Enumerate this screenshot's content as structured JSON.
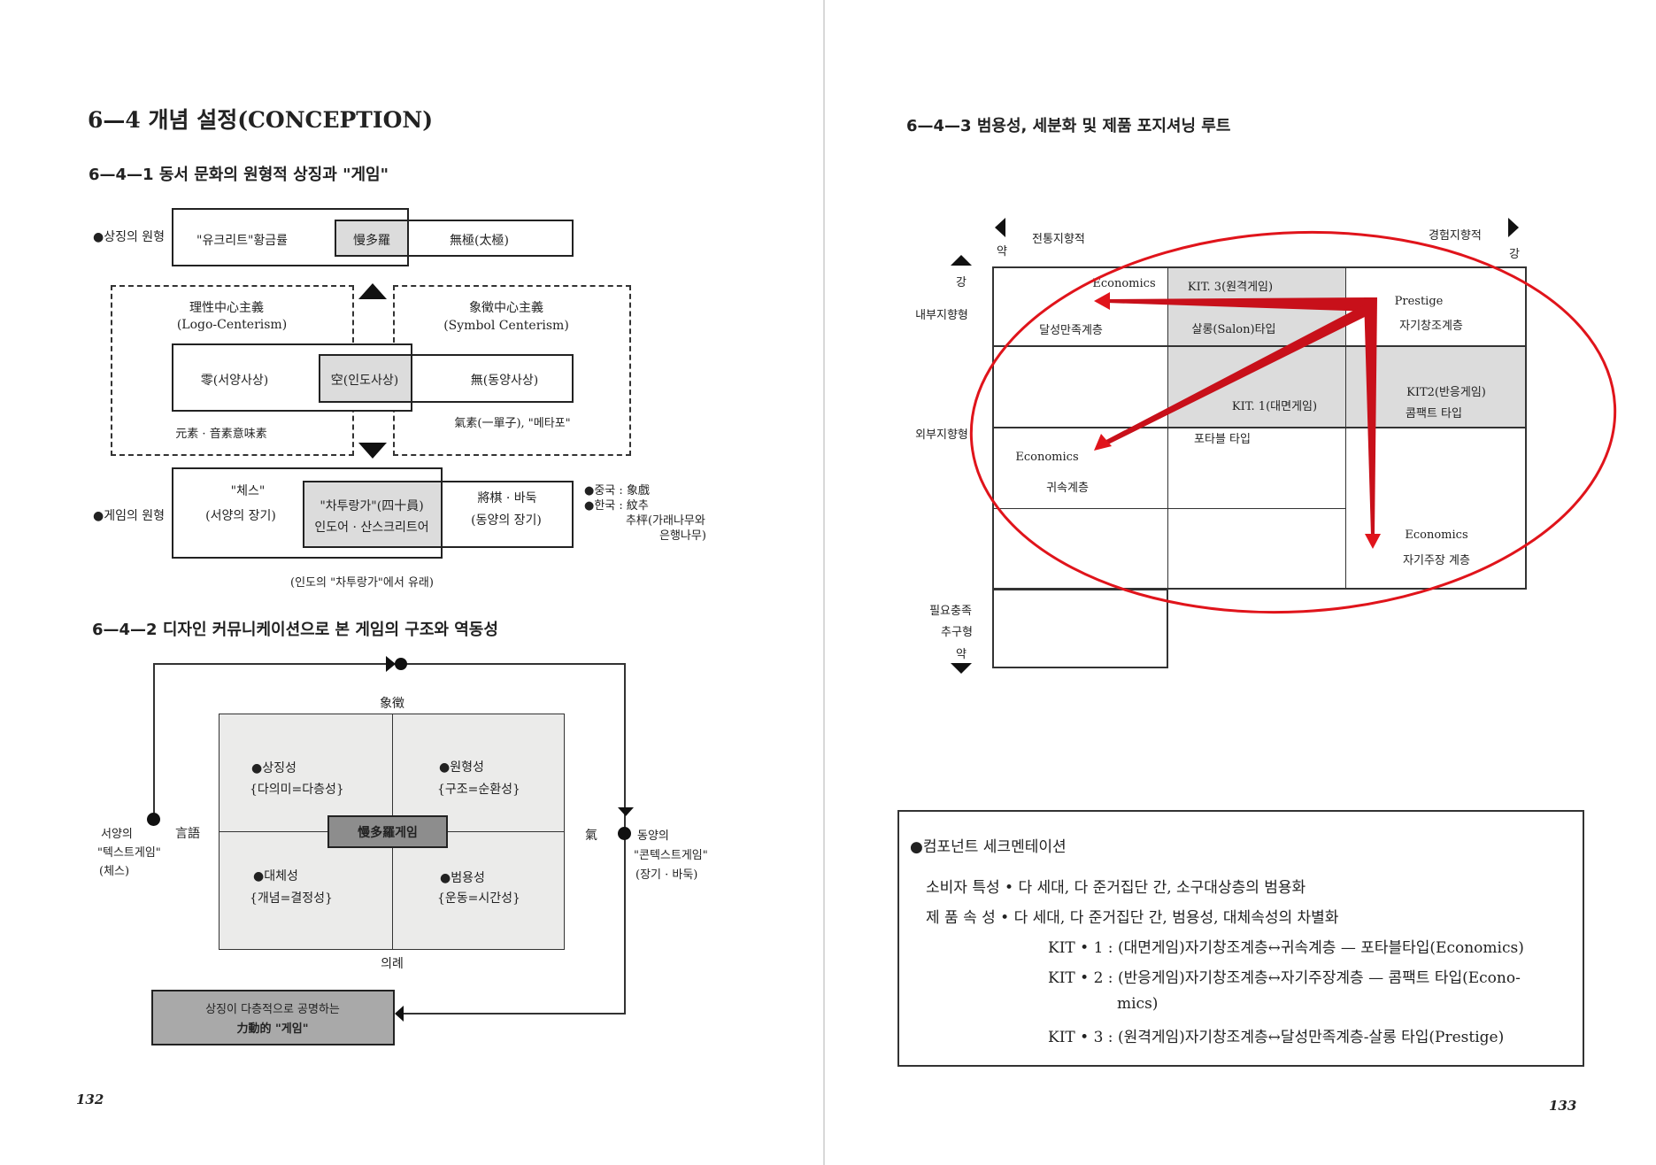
{
  "left_page": {
    "title": "6—4  개념  설정(CONCEPTION)",
    "sub1": "6—4—1 동서 문화의 원형적 상징과 \"게임\"",
    "d1": {
      "symbol_label": "●상징의 원형",
      "euclid": "\"유크리트\"황금률",
      "mandala": "慢多羅",
      "mugeuk": "無極(太極)",
      "logo_hanja": "理性中心主義",
      "logo_en": "(Logo-Centerism)",
      "sym_hanja": "象徵中心主義",
      "sym_en": "(Symbol Centerism)",
      "zero": "零(서양사상)",
      "empty": "空(인도사상)",
      "nothing": "無(동양사상)",
      "elements": "元素 · 音素意味素",
      "gisoh": "氣素(一單子), \"메타포\"",
      "game_label": "●게임의 원형",
      "chess": "\"체스\"",
      "chess_sub": "(서양의 장기)",
      "chatur": "\"차투랑가\"(四十員)",
      "chatur_sub": "인도어 · 산스크리트어",
      "janggi": "將棋 · 바둑",
      "janggi_sub": "(동양의 장기)",
      "note1": "●중국 : 象戲",
      "note2": "●한국 : 紋추",
      "note3": "추枰(가래나무와",
      "note4": "은행나무)",
      "origin": "(인도의 \"차투랑가\"에서 유래)"
    },
    "sub2": "6—4—2 디자인 커뮤니케이션으로 본 게임의 구조와 역동성",
    "d2": {
      "top": "象徵",
      "bottom": "의례",
      "left_axis": "言語",
      "right_axis": "氣",
      "center": "慢多羅게임",
      "q1a": "●상징성",
      "q1b": "{다의미=다층성}",
      "q2a": "●원형성",
      "q2b": "{구조=순환성}",
      "q3a": "●대체성",
      "q3b": "{개념=결정성}",
      "q4a": "●범용성",
      "q4b": "{운동=시간성}",
      "west1": "서양의",
      "west2": "\"텍스트게임\"",
      "west3": "(체스)",
      "east1": "동양의",
      "east2": "\"콘텍스트게임\"",
      "east3": "(장기 · 바둑)",
      "result1": "상징이 다층적으로 공명하는",
      "result2": "力動的 \"게임\""
    },
    "page_number": "132"
  },
  "right_page": {
    "title": "6—4—3 범용성, 세분화 및 제품 포지셔닝 루트",
    "axes": {
      "x_left": "전통지향적",
      "x_left_level": "약",
      "x_right": "경험지향적",
      "x_right_level": "강",
      "y_top_level": "강",
      "y_inner": "내부지향형",
      "y_outer": "외부지향형",
      "y_need1": "필요충족",
      "y_need2": "추구형",
      "y_bottom_level": "약"
    },
    "cells": {
      "econ1": "Economics",
      "achieve": "달성만족계층",
      "kit3": "KIT. 3(원격게임)",
      "salon": "살롱(Salon)타입",
      "prestige": "Prestige",
      "selfcreate": "자기창조계층",
      "kit1": "KIT. 1(대면게임)",
      "kit2": "KIT2(반응게임)",
      "compact": "콤팩트 타입",
      "portable": "포타블 타입",
      "econ2": "Economics",
      "belong": "귀속계층",
      "econ3": "Economics",
      "assert": "자기주장 계층"
    },
    "accent_color": "#e0141b",
    "box": {
      "heading": "●컴포넌트 세크멘테이션",
      "line1": "소비자 특성 • 다 세대, 다 준거집단 간, 소구대상층의 범용화",
      "line2": "제 품 속 성 • 다 세대, 다 준거집단 간, 범용성, 대체속성의 차별화",
      "kit1": "KIT • 1 : (대면게임)자기창조계층↔귀속계층 — 포타블타입(Economics)",
      "kit2": "KIT • 2 : (반응게임)자기창조계층↔자기주장계층 — 콤팩트   타입(Econo-",
      "kit2b": "mics)",
      "kit3": "KIT • 3 : (원격게임)자기창조계층↔달성만족계층-살롱 타입(Prestige)"
    },
    "page_number": "133"
  }
}
